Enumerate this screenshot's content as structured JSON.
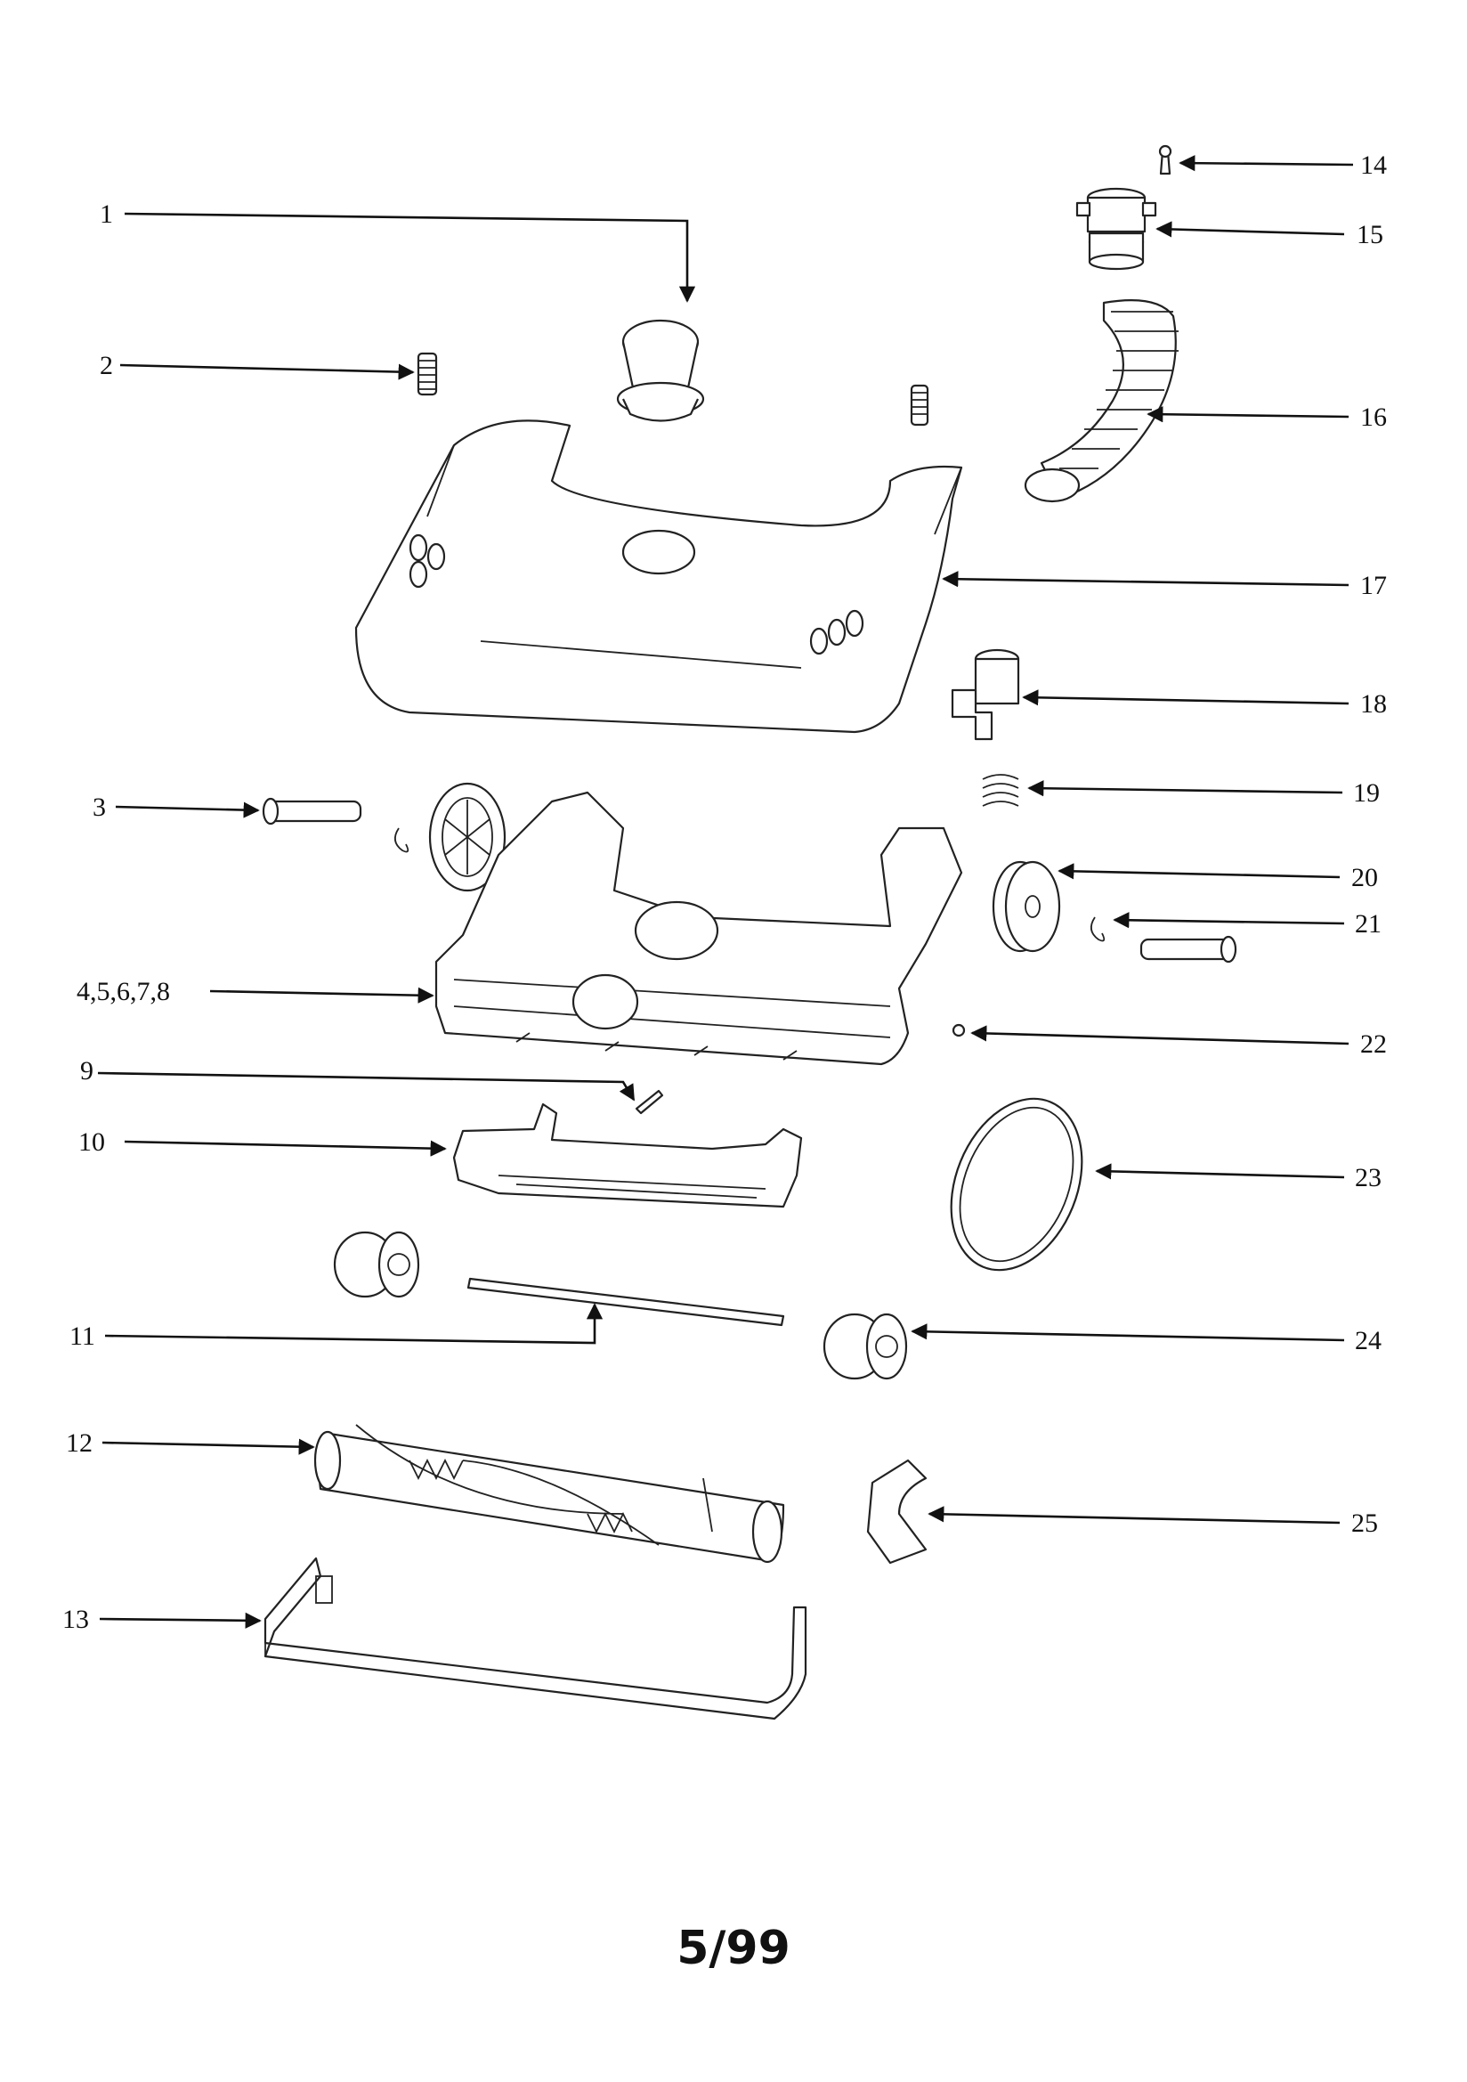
{
  "callouts": {
    "c1": "1",
    "c2": "2",
    "c3": "3",
    "c4to8": "4,5,6,7,8",
    "c9": "9",
    "c10": "10",
    "c11": "11",
    "c12": "12",
    "c13": "13",
    "c14": "14",
    "c15": "15",
    "c16": "16",
    "c17": "17",
    "c18": "18",
    "c19": "19",
    "c20": "20",
    "c21": "21",
    "c22": "22",
    "c23": "23",
    "c24": "24",
    "c25": "25"
  },
  "footer": {
    "code": "5/99"
  },
  "colors": {
    "ink": "#111111",
    "paper": "#ffffff"
  }
}
